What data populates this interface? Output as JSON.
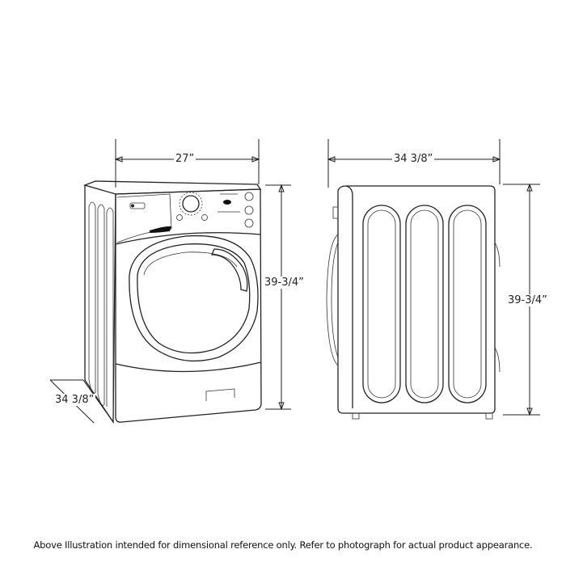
{
  "front_view": {
    "width_label": "27”",
    "height_label": "39-3/4”",
    "depth_label": "34 3/8”"
  },
  "side_view": {
    "depth_label": "34 3/8”",
    "height_label": "39-3/4”"
  },
  "caption": "Above Illustration intended for dimensional reference only. Refer to photograph for actual product appearance."
}
